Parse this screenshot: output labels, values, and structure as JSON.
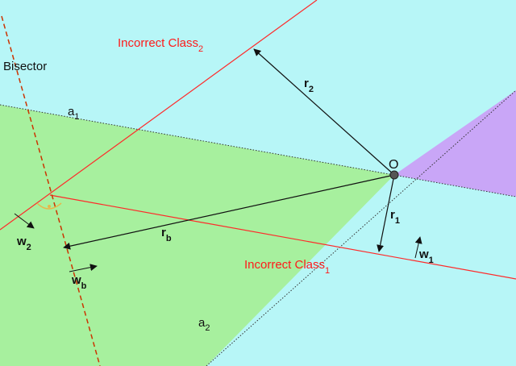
{
  "colors": {
    "background": "#b7f6f7",
    "green_region": "#a7f09e",
    "purple_region": "#c9a6f7",
    "red_line": "#ff2a2a",
    "black": "#111111",
    "angle_mark": "#e6b84a"
  },
  "labels": {
    "bisector": "Bisector",
    "a1": {
      "main": "a",
      "sub": "1"
    },
    "a2": {
      "main": "a",
      "sub": "2"
    },
    "origin": "O",
    "incorrect_class_1": {
      "main": "Incorrect Class",
      "sub": "1"
    },
    "incorrect_class_2": {
      "main": "Incorrect Class",
      "sub": "2"
    },
    "r1": {
      "main": "r",
      "sub": "1"
    },
    "r2": {
      "main": "r",
      "sub": "2"
    },
    "rb": {
      "main": "r",
      "sub": "b"
    },
    "w1": {
      "main": "w",
      "sub": "1"
    },
    "w2": {
      "main": "w",
      "sub": "2"
    },
    "wb": {
      "main": "w",
      "sub": "b"
    }
  }
}
